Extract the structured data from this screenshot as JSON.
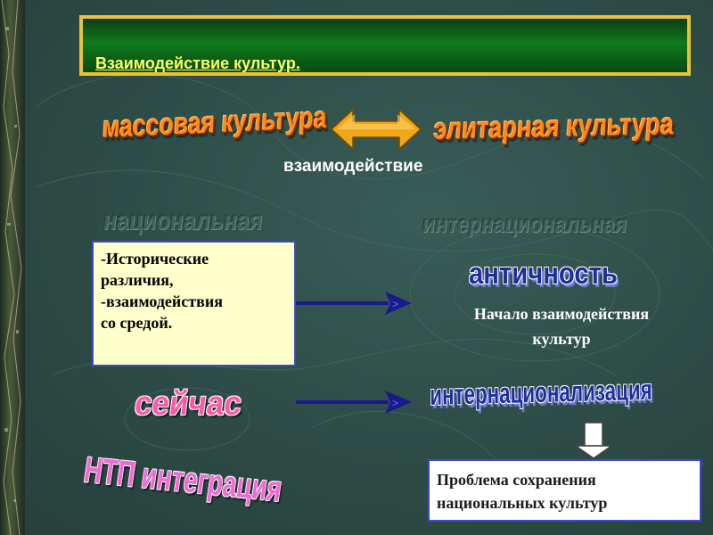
{
  "title": "Взаимодействие культур.",
  "wordart": {
    "mass_culture": "массовая культура",
    "elite_culture": "элитарная культура",
    "national": "национальная",
    "international": "интернациональная",
    "antiquity": "античность",
    "now": "сейчас",
    "internationalization": "интернационализация",
    "ntp_integration": "НТП интеграция"
  },
  "interaction_label": "взаимодействие",
  "historical_box": {
    "line1": "-Исторические",
    "line2": "различия,",
    "line3": "-взаимодействия",
    "line4": "со средой."
  },
  "beginning_text": {
    "line1": "Начало  взаимодействия",
    "line2": "культур"
  },
  "problem_box": {
    "line1": "Проблема сохранения",
    "line2": "национальных культур"
  },
  "colors": {
    "background": "#2f4f4a",
    "title_border": "#e8c23a",
    "title_fill": "#0f7a1c",
    "title_text": "#ffff66",
    "arrow_navy": "#1a1a8c",
    "double_arrow": "#f0a818",
    "wordart_orange": "#ff8a1a",
    "wordart_pink": "#ff5aa8",
    "wordart_blue": "#1f2f9a",
    "box_fill": "#ffffcc"
  },
  "icons": [
    "double-arrow-icon",
    "right-arrow-icon",
    "down-arrow-icon"
  ]
}
